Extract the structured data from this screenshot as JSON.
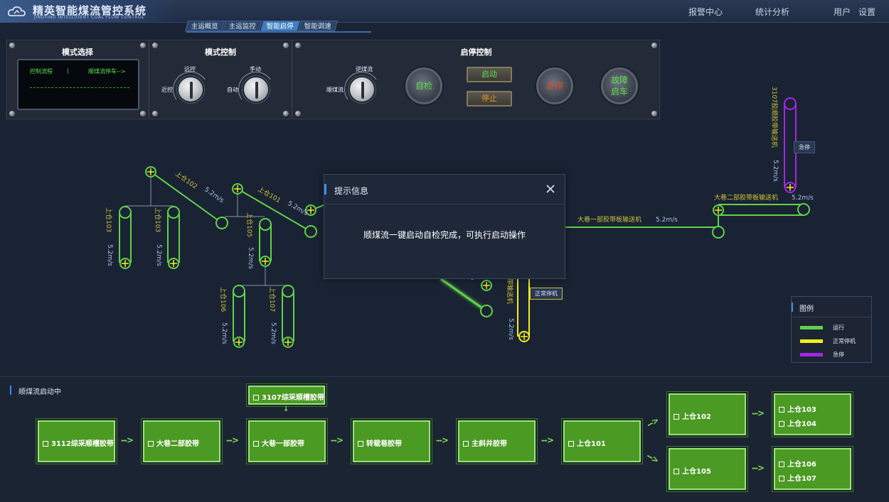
{
  "app": {
    "title": "精英智能煤流管控系统",
    "subtitle": "JINGYING INTELLIGENT COAL FLOW CONTROL",
    "nav": [
      "报警中心",
      "统计分析",
      "用户",
      "设置"
    ],
    "tabs": [
      {
        "label": "主运概览",
        "active": false
      },
      {
        "label": "主运监控",
        "active": false
      },
      {
        "label": "智能启停",
        "active": true
      },
      {
        "label": "智能调速",
        "active": false
      }
    ]
  },
  "panels": {
    "mode_select": {
      "title": "模式选择",
      "lcd_left": "控制流程",
      "lcd_sep": "|",
      "lcd_right": "顺煤流停车-->"
    },
    "mode_control": {
      "title": "模式控制",
      "knob1_top": "远控",
      "knob1_left": "近控",
      "knob2_top": "手动",
      "knob2_left": "自动"
    },
    "start_stop": {
      "title": "启停控制",
      "knob_top": "逆煤流",
      "knob_left": "顺煤流",
      "self_check": "自检",
      "start": "启动",
      "stop": "停止",
      "estop": "急停",
      "fault_start_1": "故障",
      "fault_start_2": "启车"
    }
  },
  "diagram": {
    "labels": {
      "c102": "上仓102",
      "c101": "上仓101",
      "c103a": "上仓103",
      "c103b": "上仓103",
      "c105": "上仓105",
      "c106": "上仓106",
      "c107": "上仓107",
      "main1": "大巷一部胶带板输送机",
      "main2": "大巷二部胶带板输送机",
      "b3107": "3107胶顺胶带输送机",
      "vert": "带输送机",
      "spd": "5.2m/s"
    },
    "tags": {
      "estop": "急停",
      "normal_stop": "正常停机"
    },
    "colors": {
      "run": "#5fd24a",
      "stop": "#f5ef1c",
      "estop": "#a226e8",
      "gray": "#8893a3"
    }
  },
  "modal": {
    "title": "提示信息",
    "message": "顺煤流一键启动自检完成，可执行启动操作"
  },
  "legend": {
    "title": "图例",
    "items": [
      {
        "label": "运行",
        "color": "#5fd24a"
      },
      {
        "label": "正常停机",
        "color": "#f5ef1c"
      },
      {
        "label": "急停",
        "color": "#a226e8"
      }
    ]
  },
  "flow": {
    "status": "顺煤流启动中",
    "arrow": "-->",
    "boxes": {
      "b3112": "3112综采顺槽胶带",
      "dx2": "大巷二部胶带",
      "b3107": "3107综采顺槽胶带",
      "dx1": "大巷一部胶带",
      "zz": "转载巷胶带",
      "zxj": "主斜井胶带",
      "c101": "上仓101",
      "c102": "上仓102",
      "c105": "上仓105",
      "c103": "上仓103",
      "c104": "上仓104",
      "c106": "上仓106",
      "c107": "上仓107"
    }
  }
}
